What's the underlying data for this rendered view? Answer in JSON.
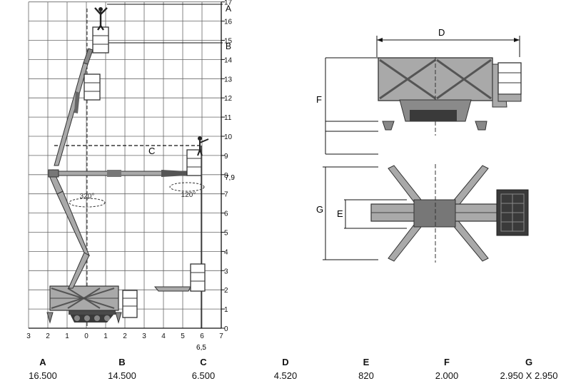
{
  "height_chart": {
    "y_axis_labels": [
      "0",
      "1",
      "2",
      "3",
      "4",
      "5",
      "6",
      "7",
      "8",
      "9",
      "10",
      "11",
      "12",
      "13",
      "14",
      "15",
      "16",
      "17"
    ],
    "x_axis_labels": [
      "3",
      "2",
      "1",
      "0",
      "1",
      "2",
      "3",
      "4",
      "5",
      "6",
      "7"
    ],
    "extra_y_label": "7,9",
    "extra_x_label": "6,5",
    "marker_a": "A",
    "marker_b": "B",
    "marker_c": "C",
    "rotation_tower": "320°",
    "rotation_basket": "120°"
  },
  "side_view": {
    "label_d": "D",
    "label_f": "F"
  },
  "top_view": {
    "label_g": "G",
    "label_e": "E"
  },
  "dimensions": [
    {
      "letter": "A",
      "value": "16.500"
    },
    {
      "letter": "B",
      "value": "14.500"
    },
    {
      "letter": "C",
      "value": "6.500"
    },
    {
      "letter": "D",
      "value": "4.520"
    },
    {
      "letter": "E",
      "value": "820"
    },
    {
      "letter": "F",
      "value": "2.000"
    },
    {
      "letter": "G",
      "value": "2.950 X 2.950"
    }
  ],
  "colors": {
    "machine": "#a9a9a9",
    "dark": "#3a3a3a",
    "grid": "#555555"
  }
}
